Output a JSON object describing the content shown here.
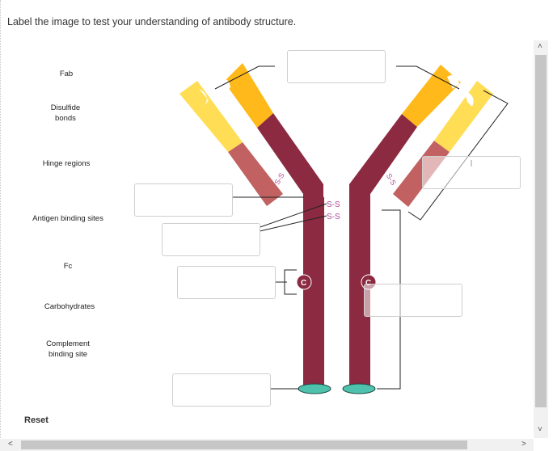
{
  "instruction": "Label the image to test your understanding of antibody structure.",
  "label_bank": [
    {
      "text": "Fab"
    },
    {
      "text": "Disulfide\nbonds"
    },
    {
      "text": "Hinge regions"
    },
    {
      "text": "Antigen binding sites"
    },
    {
      "text": "Fc"
    },
    {
      "text": "Carbohydrates"
    },
    {
      "text": "Complement\nbinding site"
    }
  ],
  "reset_label": "Reset",
  "diagram": {
    "disulfide_heavy": "S-S",
    "disulfide_light": "S-S",
    "constant_marker": "C",
    "colors": {
      "heavy_chain": "#8b2a40",
      "light_constant": "#c26161",
      "light_variable": "#ffdd55",
      "heavy_variable": "#ffb91a",
      "carbohydrate": "#4fc2ad",
      "disulfide_text": "#b04896"
    }
  },
  "drop_zones": [
    "",
    "",
    "",
    "",
    "",
    "",
    "",
    ""
  ],
  "scrollbar": {
    "up_arrow": "˄",
    "down_arrow": "˅",
    "left_arrow": "<",
    "right_arrow": ">"
  }
}
